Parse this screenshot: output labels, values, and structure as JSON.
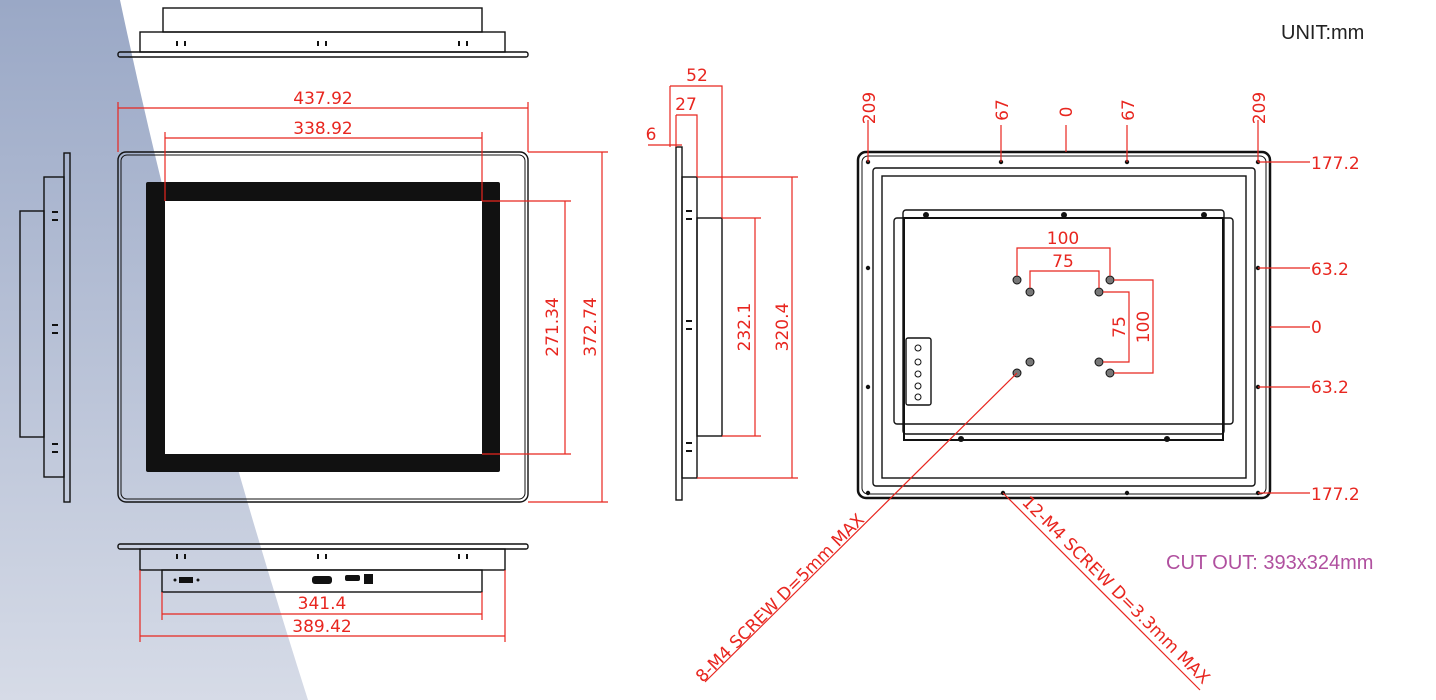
{
  "unit_label": "UNIT:mm",
  "cutout_label": "CUT OUT: 393x324mm",
  "colors": {
    "dimension": "#e8261f",
    "cutout": "#b0509f",
    "background_band": "#a3afc9"
  },
  "front_view": {
    "overall_width": "437.92",
    "display_width": "338.92",
    "display_height": "271.34",
    "overall_height": "372.74"
  },
  "bottom_view": {
    "inner_width": "341.4",
    "outer_width": "389.42"
  },
  "side_view": {
    "depth_total": "52",
    "depth_body": "27",
    "bezel_thickness": "6",
    "back_height": "232.1",
    "body_height": "320.4"
  },
  "rear_view": {
    "top_marks": [
      "209",
      "67",
      "0",
      "67",
      "209"
    ],
    "right_marks": [
      "177.2",
      "63.2",
      "0",
      "63.2",
      "177.2"
    ],
    "vesa_outer_h": "100",
    "vesa_inner_h": "75",
    "vesa_inner_v": "75",
    "vesa_outer_v": "100",
    "screw_note_1": "8-M4 SCREW D=5mm MAX",
    "screw_note_2": "12-M4 SCREW D=3.3mm MAX"
  }
}
